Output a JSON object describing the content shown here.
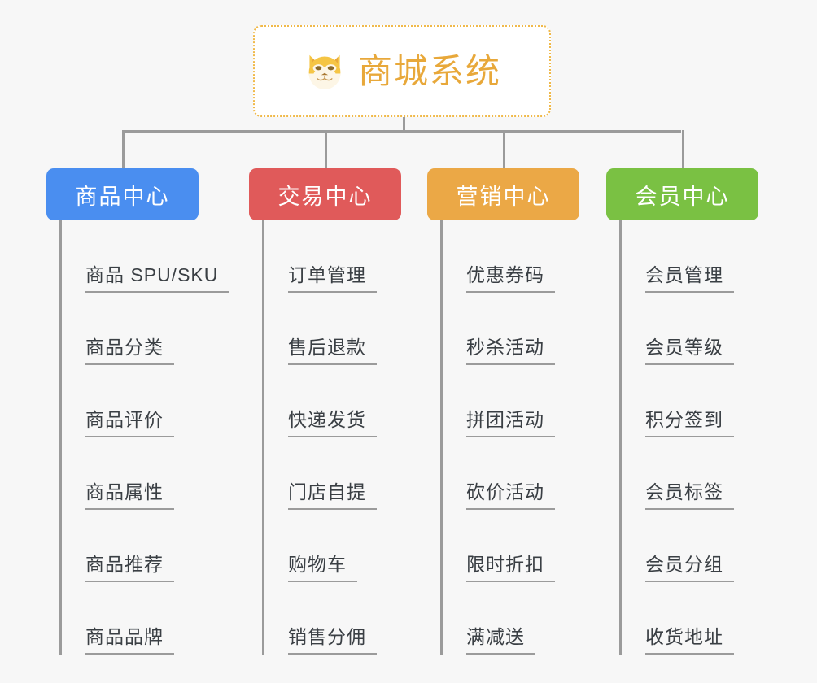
{
  "diagram": {
    "background_color": "#f7f7f7",
    "root": {
      "icon": "shiba-dog-face-icon",
      "title": "商城系统",
      "title_color": "#e8a83a",
      "border_color": "#f0b94a",
      "background_color": "#ffffff"
    },
    "connector_color": "#9b9b9b",
    "columns": [
      {
        "id": "product-center",
        "label": "商品中心",
        "color": "#4a8ef0",
        "items": [
          "商品 SPU/SKU",
          "商品分类",
          "商品评价",
          "商品属性",
          "商品推荐",
          "商品品牌"
        ]
      },
      {
        "id": "trade-center",
        "label": "交易中心",
        "color": "#e05a5a",
        "items": [
          "订单管理",
          "售后退款",
          "快递发货",
          "门店自提",
          "购物车",
          "销售分佣"
        ]
      },
      {
        "id": "marketing-center",
        "label": "营销中心",
        "color": "#eba846",
        "items": [
          "优惠券码",
          "秒杀活动",
          "拼团活动",
          "砍价活动",
          "限时折扣",
          "满减送"
        ]
      },
      {
        "id": "member-center",
        "label": "会员中心",
        "color": "#7ac143",
        "items": [
          "会员管理",
          "会员等级",
          "积分签到",
          "会员标签",
          "会员分组",
          "收货地址"
        ]
      }
    ]
  }
}
